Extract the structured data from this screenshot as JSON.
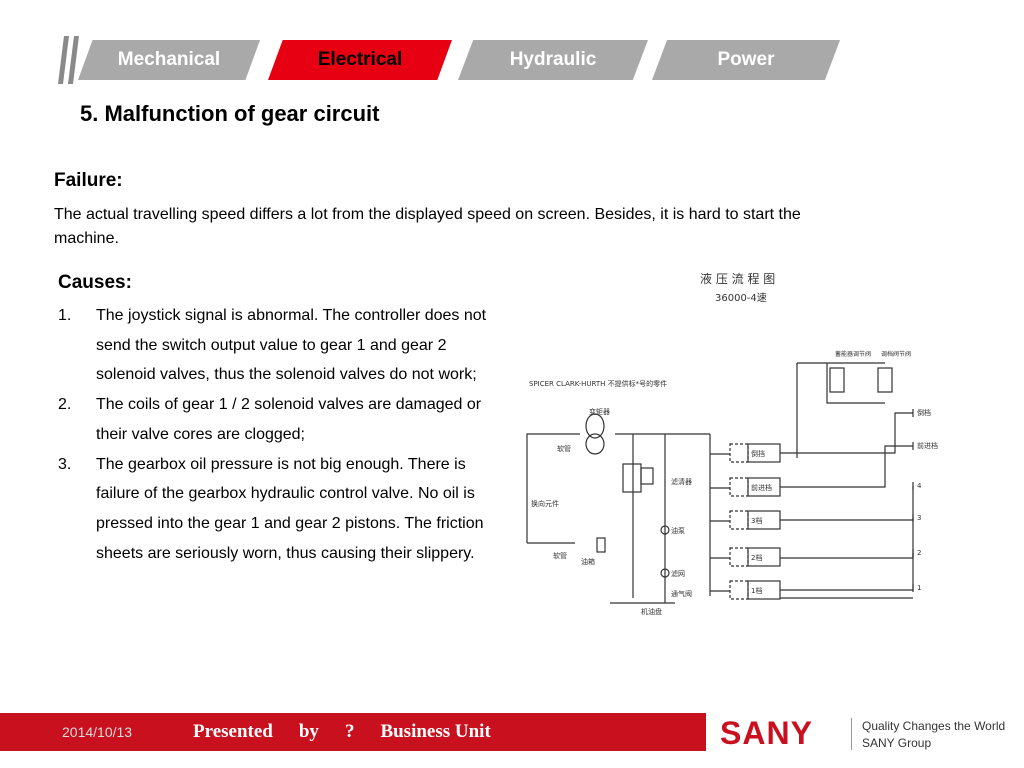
{
  "tabs": [
    {
      "label": "Mechanical",
      "active": false
    },
    {
      "label": "Electrical",
      "active": true
    },
    {
      "label": "Hydraulic",
      "active": false
    },
    {
      "label": "Power",
      "active": false
    }
  ],
  "title": "5. Malfunction of gear circuit",
  "failure": {
    "heading": "Failure:",
    "text": "The actual travelling speed differs a lot from the displayed speed on screen. Besides, it is hard to start the machine."
  },
  "causes": {
    "heading": "Causes:",
    "items": [
      {
        "num": "1.",
        "text": "The joystick signal is abnormal. The controller does not send the switch output value to gear 1 and gear 2 solenoid valves, thus the solenoid valves do not work;"
      },
      {
        "num": "2.",
        "text": "The coils of gear 1 / 2 solenoid valves are damaged or their valve cores are clogged;"
      },
      {
        "num": "3.",
        "text": "The gearbox oil pressure is not big enough. There is failure of the gearbox hydraulic control valve. No oil is pressed into the gear 1 and gear 2 pistons. The friction sheets are seriously worn, thus causing their slippery."
      }
    ]
  },
  "diagram": {
    "title_cn": "液 压 流 程 图",
    "subtitle": "36000-4速",
    "header_label": "SPICER CLARK-HURTH 不提供标*号的零件",
    "top_labels": [
      "蓄能器调节阀",
      "调档阀节阀"
    ],
    "left_labels": [
      "变矩器",
      "软管",
      "换向元件",
      "软管",
      "油箱"
    ],
    "center_labels": [
      "滤清器",
      "油泵",
      "滤网",
      "通气阀",
      "机油盘"
    ],
    "valve_labels": [
      "倒挡",
      "前进档",
      "3档",
      "2档",
      "1档"
    ],
    "right_labels": [
      "倒档",
      "前进档",
      "4",
      "3",
      "2",
      "1"
    ]
  },
  "footer": {
    "date": "2014/10/13",
    "presented": [
      "Presented",
      "by",
      "?",
      "Business Unit"
    ],
    "logo": "SANY",
    "tagline1": "Quality Changes the World",
    "tagline2": "SANY Group"
  },
  "colors": {
    "accent_red": "#e60012",
    "footer_red": "#c8101e",
    "tab_gray": "#a9a9a9"
  }
}
